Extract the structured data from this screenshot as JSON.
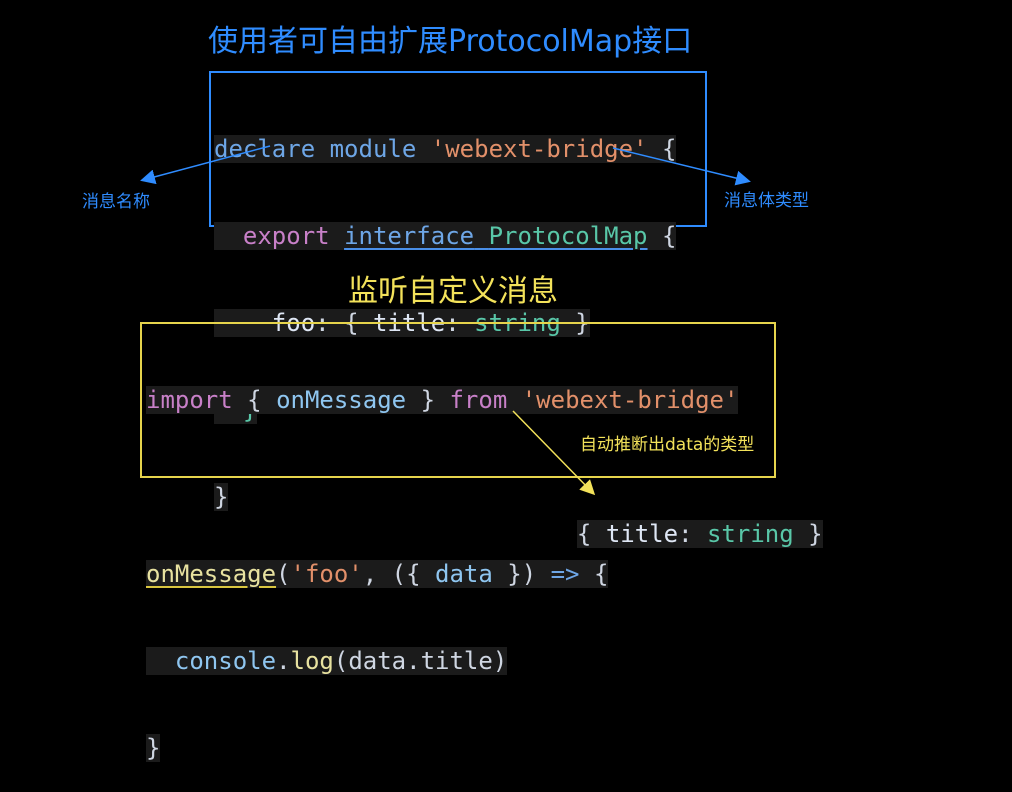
{
  "top_title": "使用者可自由扩展ProtocolMap接口",
  "bottom_title": "监听自定义消息",
  "declare_code": {
    "line1": [
      "declare",
      "module",
      "'webext-bridge'",
      "{"
    ],
    "line2": [
      "export",
      "interface",
      "ProtocolMap",
      "{"
    ],
    "line3": [
      "foo",
      ":",
      "{",
      "title",
      ":",
      "string",
      "}"
    ],
    "line4": "}",
    "line5": "}"
  },
  "listen_code": {
    "line1": [
      "import",
      "{",
      "onMessage",
      "}",
      "from",
      "'webext-bridge'"
    ],
    "line2": [
      "onMessage",
      "(",
      "'foo'",
      ", ({",
      "data",
      "})",
      "=>",
      "{"
    ],
    "line3": [
      "console",
      ".",
      "log",
      "(data.title)"
    ],
    "line4": "}"
  },
  "inferred_type": [
    "{",
    "title",
    ":",
    "string",
    "}"
  ],
  "annotations": {
    "message_name": "消息名称",
    "message_body_type": "消息体类型",
    "auto_infer": "自动推断出data的类型"
  },
  "colors": {
    "blue_accent": "#2f8cff",
    "yellow_accent": "#f3e25a",
    "keyword_pink": "#c880c8",
    "keyword_blue": "#6ea6e6",
    "string_orange": "#e2906a",
    "type_green": "#59c7a8"
  }
}
